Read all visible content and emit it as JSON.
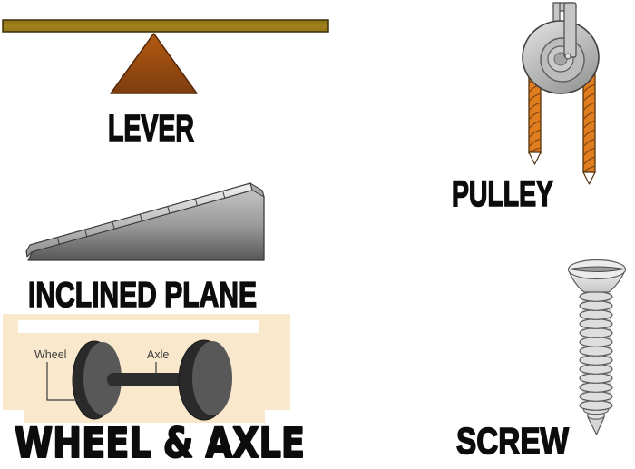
{
  "poster": {
    "machines": {
      "lever": {
        "label": "LEVER"
      },
      "pulley": {
        "label": "PULLEY"
      },
      "inclined_plane": {
        "label": "INCLINED PLANE"
      },
      "wheel_and_axle": {
        "label": "WHEEL & AXLE",
        "callouts": {
          "wheel": "Wheel",
          "axle": "Axle"
        }
      },
      "screw": {
        "label": "SCREW"
      }
    },
    "colors": {
      "label_text": "#0c0c0c",
      "callout_text": "#3d3d3d",
      "lever_bar": "#97791a",
      "lever_bar_outline": "#3b2f08",
      "fulcrum_top": "#b45a10",
      "fulcrum_bottom": "#7d3d10",
      "rope": "#e07d1e",
      "rope_outline": "#54330f",
      "panel_peach": "#fae8cc",
      "wheel_rim": "#2a2a2a",
      "wheel_face": "#585858",
      "axle": "#2e2e2e",
      "metal_light": "#d9d9d9",
      "metal_dark": "#5c5c5c"
    }
  }
}
